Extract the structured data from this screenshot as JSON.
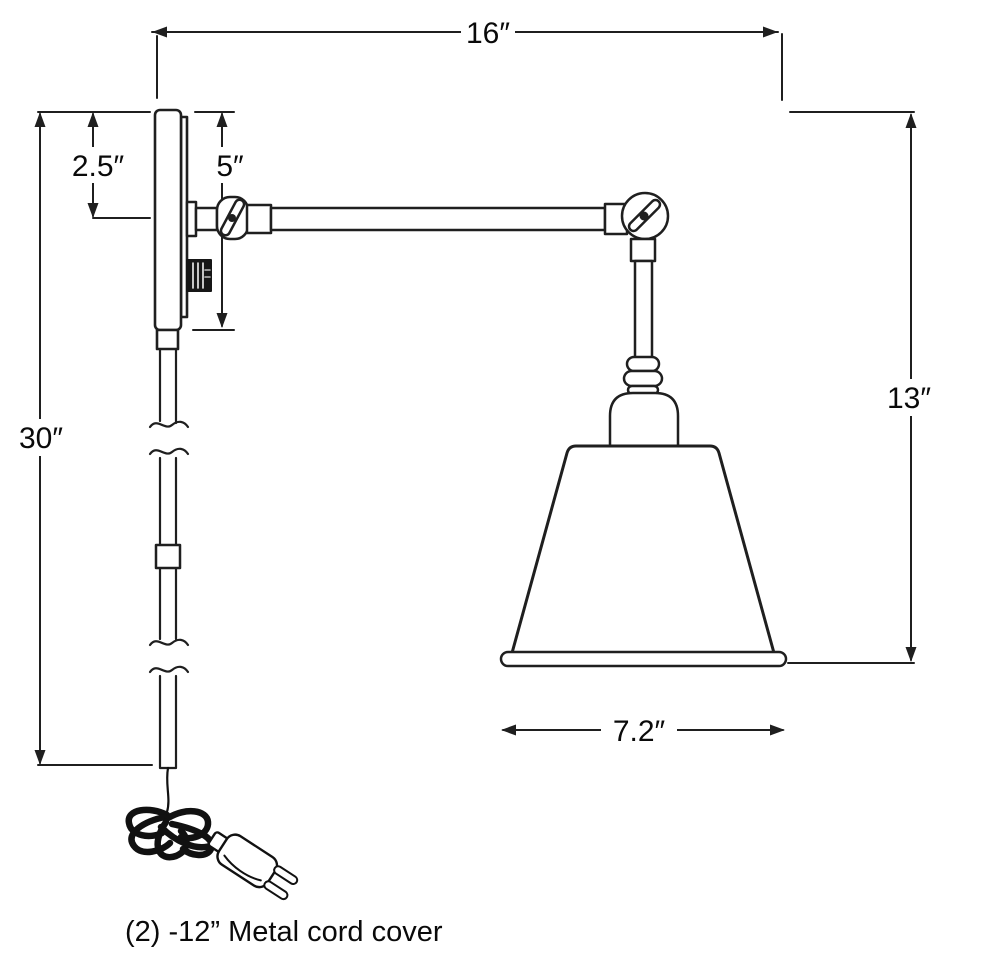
{
  "colors": {
    "background": "#ffffff",
    "line": "#1f1f1f",
    "text": "#0a0a0a",
    "knob_fill": "#161616"
  },
  "dims": {
    "width": "16″",
    "plate_offset": "2.5″",
    "plate_height": "5″",
    "cord_drop": "30″",
    "shade_drop": "13″",
    "shade_width": "7.2″"
  },
  "note": "(2) -12” Metal cord cover"
}
